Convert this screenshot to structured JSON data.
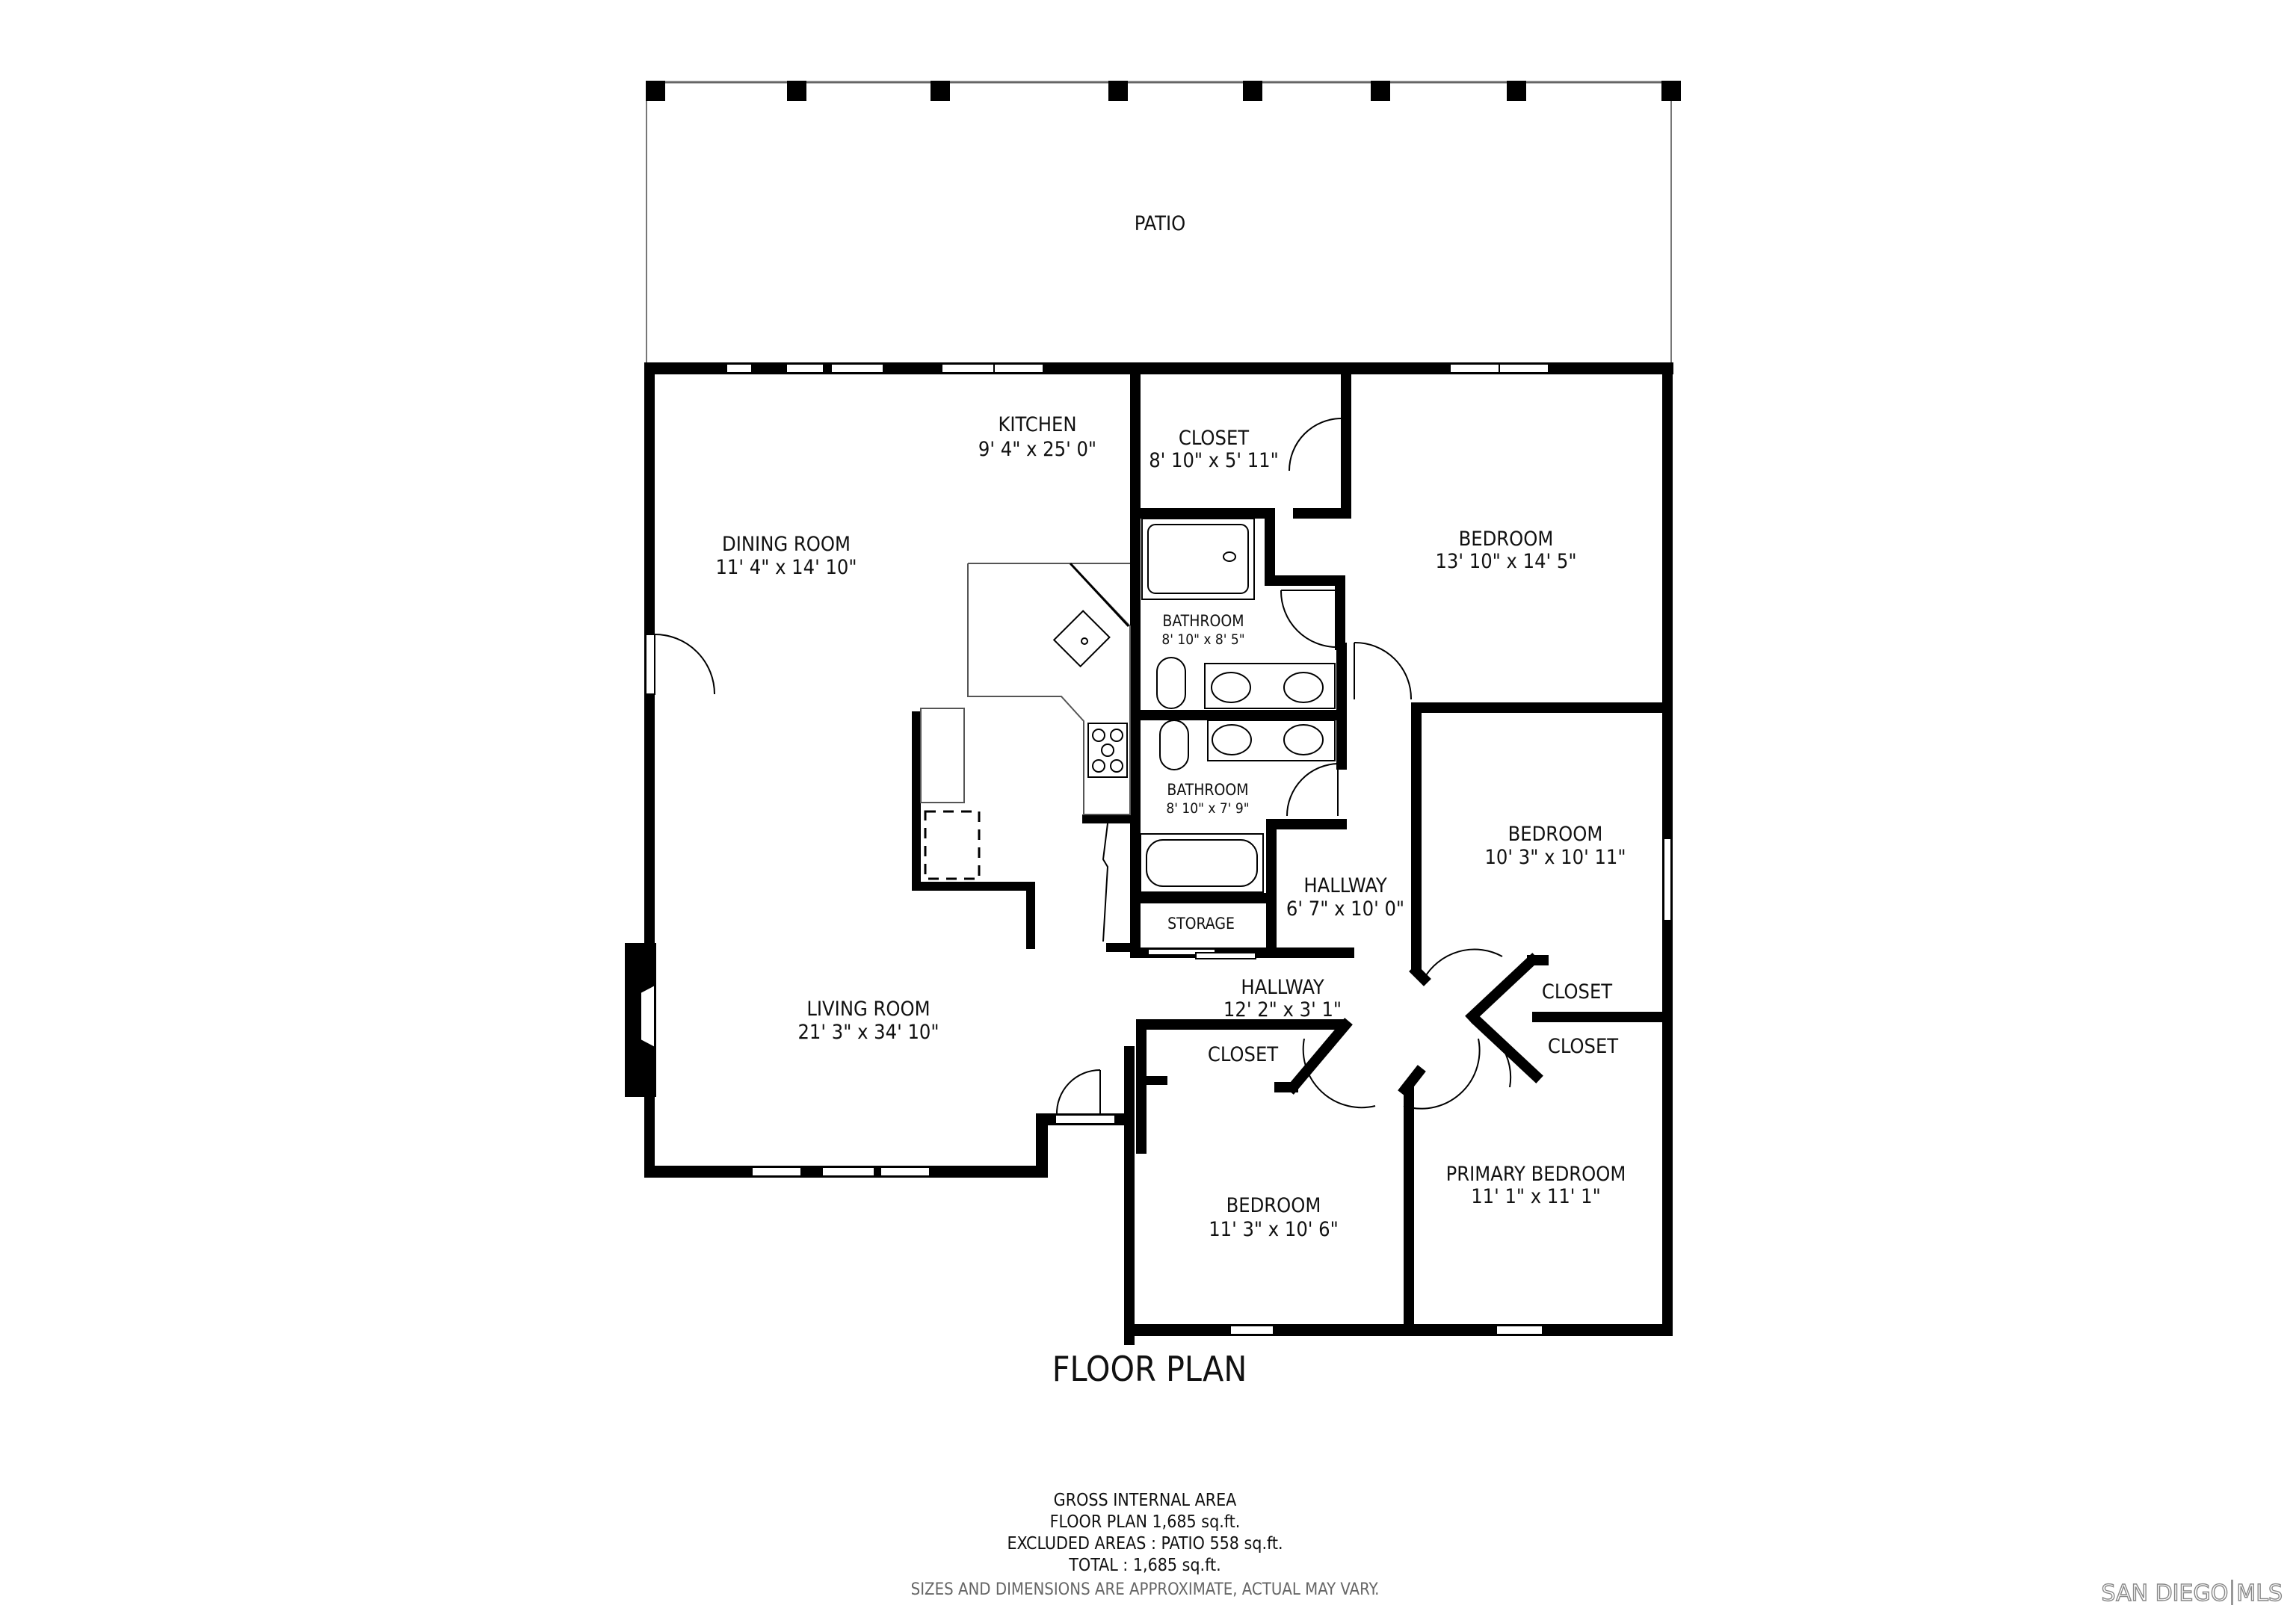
{
  "title": "FLOOR PLAN",
  "rooms": {
    "patio": {
      "name": "PATIO"
    },
    "kitchen": {
      "name": "KITCHEN",
      "dims": "9' 4\" x 25' 0\""
    },
    "closet_top": {
      "name": "CLOSET",
      "dims": "8' 10\" x 5' 11\""
    },
    "dining": {
      "name": "DINING ROOM",
      "dims": "11' 4\" x 14' 10\""
    },
    "bedroom_top": {
      "name": "BEDROOM",
      "dims": "13' 10\" x 14' 5\""
    },
    "bath_1": {
      "name": "BATHROOM",
      "dims": "8' 10\" x 8' 5\""
    },
    "bath_2": {
      "name": "BATHROOM",
      "dims": "8' 10\" x 7' 9\""
    },
    "bedroom_mid": {
      "name": "BEDROOM",
      "dims": "10' 3\" x 10' 11\""
    },
    "storage": {
      "name": "STORAGE"
    },
    "hallway_1": {
      "name": "HALLWAY",
      "dims": "6' 7\" x 10' 0\""
    },
    "hallway_2": {
      "name": "HALLWAY",
      "dims": "12' 2\" x 3' 1\""
    },
    "closet_hall_right": {
      "name": "CLOSET"
    },
    "closet_primary": {
      "name": "CLOSET"
    },
    "closet_bed_left": {
      "name": "CLOSET"
    },
    "living": {
      "name": "LIVING ROOM",
      "dims": "21' 3\" x 34' 10\""
    },
    "bedroom_bottom": {
      "name": "BEDROOM",
      "dims": "11' 3\" x 10' 6\""
    },
    "primary_bedroom": {
      "name": "PRIMARY BEDROOM",
      "dims": "11' 1\" x 11' 1\""
    }
  },
  "area_summary": {
    "heading": "GROSS INTERNAL AREA",
    "floor_plan": "FLOOR PLAN 1,685 sq.ft.",
    "excluded": "EXCLUDED AREAS :  PATIO 558 sq.ft.",
    "total": "TOTAL :  1,685 sq.ft.",
    "disclaimer": "SIZES AND DIMENSIONS ARE APPROXIMATE, ACTUAL MAY VARY."
  },
  "watermark": {
    "left": "SAN DIEGO",
    "right": "MLS"
  }
}
